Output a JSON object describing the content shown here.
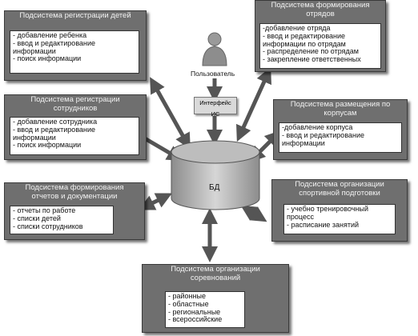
{
  "user_label": "Пользователь",
  "interface_label": "Интерфейс ИС",
  "db_label": "БД",
  "boxes": {
    "children_reg": {
      "title": "Подсистема регистрации детей",
      "items": [
        "- добавление ребенка",
        "- ввод и редактирование",
        "информации",
        "- поиск информации"
      ]
    },
    "squads": {
      "title": "Подсистема формирования\nотрядов",
      "items": [
        "-добавление отряда",
        "- ввод и редактирование",
        "информации по отрядам",
        "- распределение по отрядам",
        "- закрепление ответственных"
      ]
    },
    "staff_reg": {
      "title": "Подсистема регистрации\nсотрудников",
      "items": [
        "- добавление сотрудника",
        "- ввод и редактирование",
        "информации",
        "- поиск информации"
      ]
    },
    "housing": {
      "title": "Подсистема размещения по\nкорпусам",
      "items": [
        "-добавление корпуса",
        "- ввод и редактирование",
        "информации"
      ]
    },
    "reports": {
      "title": "Подсистема формирования\nотчетов и документации",
      "items": [
        "- отчеты по работе",
        "- списки детей",
        "- списки сотрудников"
      ]
    },
    "sport": {
      "title": "Подсистема организации\nспортивной подготовки",
      "items": [
        "- учебно тренировочный",
        "процесс",
        "- расписание занятий"
      ]
    },
    "competitions": {
      "title": "Подсистема организации\nсоревнований",
      "items": [
        "- районные",
        "- областные",
        "- региональные",
        "- всероссийские"
      ]
    }
  }
}
